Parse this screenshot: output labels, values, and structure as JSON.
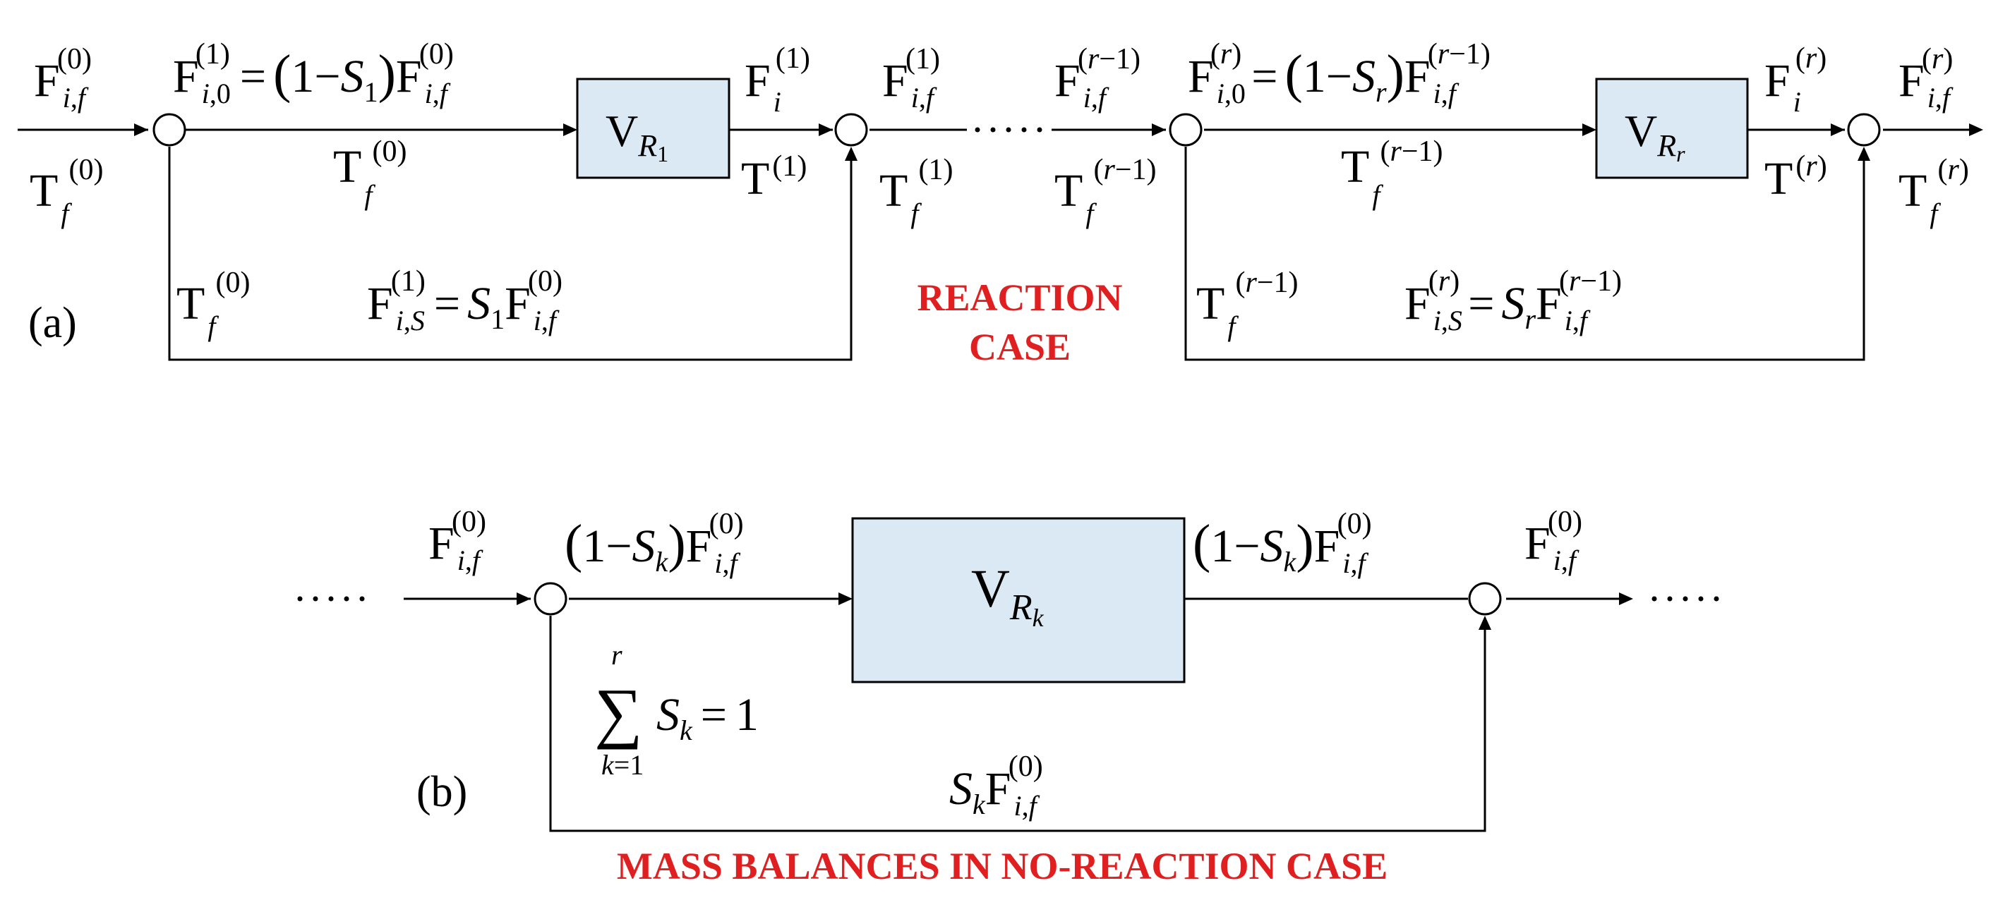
{
  "diagram_a": {
    "panel_label": "(a)",
    "title_line1": "REACTION",
    "title_line2": "CASE",
    "reactor_1": "V_R1",
    "reactor_r": "V_Rr",
    "labels": {
      "feed_top": "F_{i,f}^{(0)}",
      "feed_bottom": "T_f^{(0)}",
      "split1_top": "F_{i,0}^{(1)} = (1 − S_1) F_{i,f}^{(0)}",
      "split1_bottom": "T_f^{(0)}",
      "out1_top": "F_i^{(1)}",
      "out1_bottom": "T^{(1)}",
      "mix1_out_top": "F_{i,f}^{(1)}",
      "mix1_out_bottom": "T_f^{(1)}",
      "bypass1_temp": "T_f^{(0)}",
      "bypass1_flow": "F_{i,S}^{(1)} = S_1 F_{i,f}^{(0)}",
      "feed_r_top": "F_{i,f}^{(r−1)}",
      "feed_r_bottom": "T_f^{(r−1)}",
      "splitr_top": "F_{i,0}^{(r)} = (1 − S_r) F_{i,f}^{(r−1)}",
      "splitr_bottom": "T_f^{(r−1)}",
      "outr_top": "F_i^{(r)}",
      "outr_bottom": "T^{(r)}",
      "final_top": "F_{i,f}^{(r)}",
      "final_bottom": "T_f^{(r)}",
      "bypassr_temp": "T_f^{(r−1)}",
      "bypassr_flow": "F_{i,S}^{(r)} = S_r F_{i,f}^{(r−1)}"
    }
  },
  "diagram_b": {
    "panel_label": "(b)",
    "title": "MASS BALANCES IN NO-REACTION CASE",
    "reactor_k": "V_Rk",
    "labels": {
      "feed": "F_{i,f}^{(0)}",
      "to_reactor": "(1 − S_k) F_{i,f}^{(0)}",
      "from_reactor": "(1 − S_k) F_{i,f}^{(0)}",
      "out": "F_{i,f}^{(0)}",
      "bypass": "S_k F_{i,f}^{(0)}",
      "constraint": "Σ_{k=1}^{r} S_k = 1"
    }
  },
  "colors": {
    "reactor_fill": "#dbe9f4",
    "title_red": "#e02020",
    "line": "#000000"
  }
}
